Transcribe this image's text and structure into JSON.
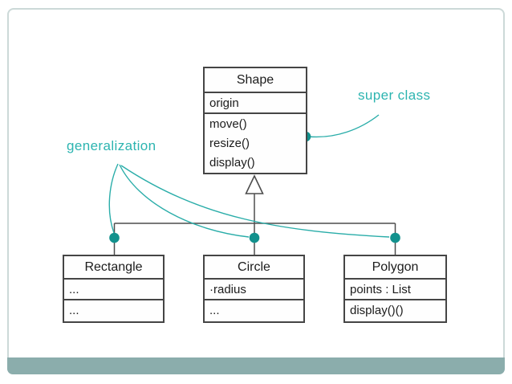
{
  "slide": {
    "background": "#ffffff",
    "frame_border_color": "#ccd9d8",
    "footer_bar_color": "#8badac"
  },
  "diagram": {
    "type": "uml-class-diagram",
    "annotations": {
      "generalization": "generalization",
      "super_class": "super class"
    },
    "accent_colors": {
      "label_teal": "#2cb4b0",
      "dot_teal": "#12918d",
      "connector_gray": "#4d4d4d"
    },
    "classes": [
      {
        "id": "shape",
        "name": "Shape",
        "attributes": [
          "origin"
        ],
        "methods": [
          "move()",
          "resize()",
          "display()"
        ]
      },
      {
        "id": "rectangle",
        "name": "Rectangle",
        "attributes": [
          "..."
        ],
        "methods": [
          "..."
        ]
      },
      {
        "id": "circle",
        "name": "Circle",
        "attributes": [
          "·radius"
        ],
        "methods": [
          "..."
        ]
      },
      {
        "id": "polygon",
        "name": "Polygon",
        "attributes": [
          "points : List"
        ],
        "methods": [
          "display()()"
        ]
      }
    ],
    "relationships": [
      {
        "from": "Rectangle",
        "to": "Shape",
        "type": "generalization"
      },
      {
        "from": "Circle",
        "to": "Shape",
        "type": "generalization"
      },
      {
        "from": "Polygon",
        "to": "Shape",
        "type": "generalization"
      }
    ]
  }
}
